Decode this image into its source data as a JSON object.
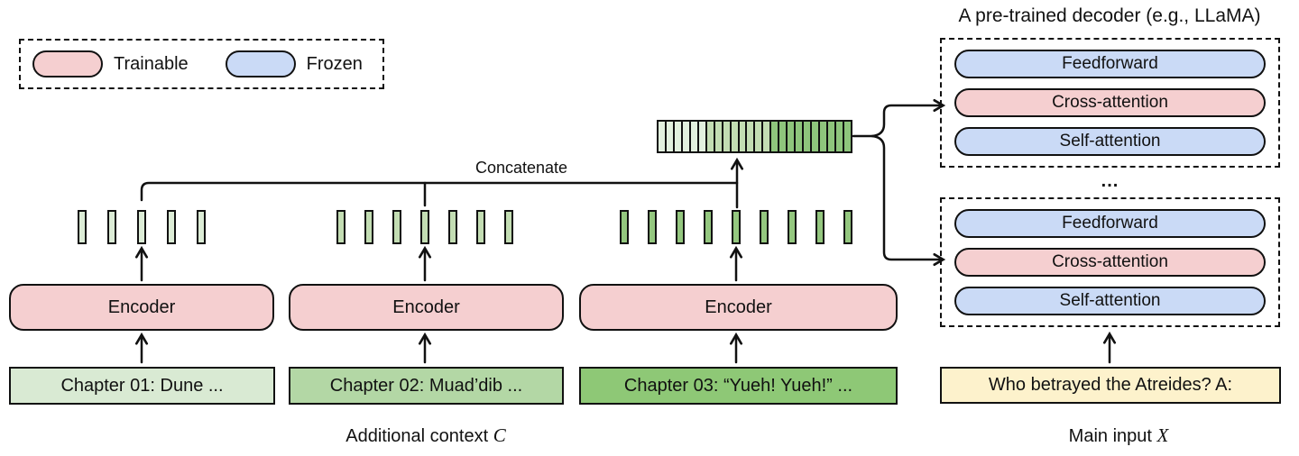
{
  "colors": {
    "trainable": "#f5cfd0",
    "frozen": "#cadaf6",
    "line": "#111111",
    "chapter_01": "#d9ead3",
    "chapter_02": "#b3d7a5",
    "chapter_03": "#8ec876",
    "tokens_01": "#dcecd6",
    "tokens_02": "#c3ddb3",
    "tokens_03": "#94c77f",
    "main_input": "#fdf2cc"
  },
  "legend": {
    "items": [
      {
        "label": "Trainable",
        "type": "trainable"
      },
      {
        "label": "Frozen",
        "type": "frozen"
      }
    ]
  },
  "decoder": {
    "title": "A pre-trained decoder (e.g., LLaMA)",
    "ellipsis": "...",
    "blocks": [
      {
        "layers": [
          {
            "label": "Feedforward",
            "type": "frozen"
          },
          {
            "label": "Cross-attention",
            "type": "trainable"
          },
          {
            "label": "Self-attention",
            "type": "frozen"
          }
        ]
      },
      {
        "layers": [
          {
            "label": "Feedforward",
            "type": "frozen"
          },
          {
            "label": "Cross-attention",
            "type": "trainable"
          },
          {
            "label": "Self-attention",
            "type": "frozen"
          }
        ]
      }
    ]
  },
  "concatenate_label": "Concatenate",
  "encoders": [
    {
      "label": "Encoder"
    },
    {
      "label": "Encoder"
    },
    {
      "label": "Encoder"
    }
  ],
  "chapters": [
    {
      "label": "Chapter 01: Dune ..."
    },
    {
      "label": "Chapter 02: Muad’dib ..."
    },
    {
      "label": "Chapter 03: “Yueh! Yueh!” ..."
    }
  ],
  "token_groups": [
    {
      "count": 5,
      "color": "#dcecd6"
    },
    {
      "count": 7,
      "color": "#c3ddb3"
    },
    {
      "count": 9,
      "color": "#94c77f"
    }
  ],
  "concat_bar": {
    "groups": [
      {
        "count": 6,
        "color": "#e2f0de"
      },
      {
        "count": 8,
        "color": "#c3ddb3"
      },
      {
        "count": 10,
        "color": "#8ec57c"
      }
    ]
  },
  "main_input": {
    "label": "Who betrayed the Atreides? A:"
  },
  "captions": {
    "additional_context": "Additional context",
    "additional_context_symbol": "C",
    "main_input": "Main input",
    "main_input_symbol": "X"
  }
}
